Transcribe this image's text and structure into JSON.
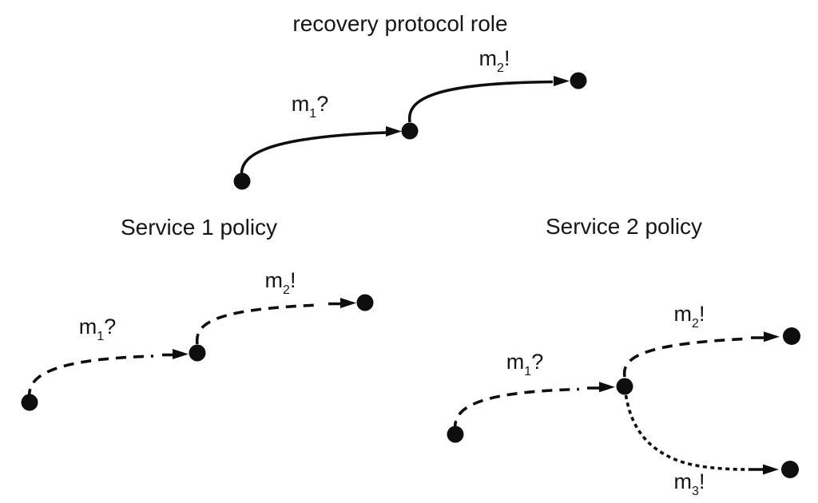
{
  "figure": {
    "background_color": "#ffffff",
    "ink_color": "#0e0e0e",
    "line_styles": {
      "recovery": "solid",
      "service1": "dashed",
      "service2": "dashed-and-dotted"
    }
  },
  "diagrams": {
    "recovery": {
      "title": "recovery protocol role",
      "edges": {
        "m1": {
          "base": "m",
          "sub": "1",
          "punct": "?"
        },
        "m2": {
          "base": "m",
          "sub": "2",
          "punct": "!"
        }
      }
    },
    "service1": {
      "title": "Service 1 policy",
      "edges": {
        "m1": {
          "base": "m",
          "sub": "1",
          "punct": "?"
        },
        "m2": {
          "base": "m",
          "sub": "2",
          "punct": "!"
        }
      }
    },
    "service2": {
      "title": "Service 2 policy",
      "edges": {
        "m1": {
          "base": "m",
          "sub": "1",
          "punct": "?"
        },
        "m2": {
          "base": "m",
          "sub": "2",
          "punct": "!"
        },
        "m3": {
          "base": "m",
          "sub": "3",
          "punct": "!"
        }
      }
    }
  }
}
